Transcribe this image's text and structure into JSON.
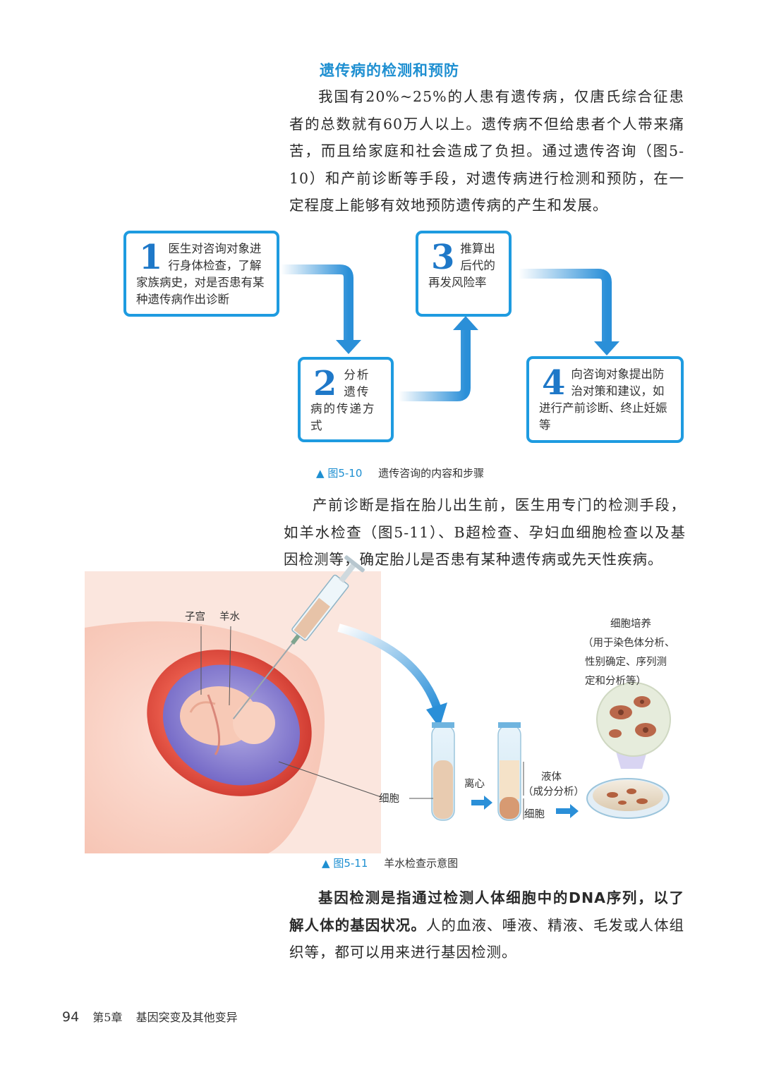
{
  "section": {
    "title": "遗传病的检测和预防"
  },
  "paragraphs": {
    "p1": "我国有20%~25%的人患有遗传病，仅唐氏综合征患者的总数就有60万人以上。遗传病不但给患者个人带来痛苦，而且给家庭和社会造成了负担。通过遗传咨询（图5-10）和产前诊断等手段，对遗传病进行检测和预防，在一定程度上能够有效地预防遗传病的产生和发展。",
    "p2": "产前诊断是指在胎儿出生前，医生用专门的检测手段，如羊水检查（图5-11）、B超检查、孕妇血细胞检查以及基因检测等，确定胎儿是否患有某种遗传病或先天性疾病。",
    "p3_bold": "基因检测是指通过检测人体细胞中的DNA序列，以了解人体的基因状况。",
    "p3_rest": "人的血液、唾液、精液、毛发或人体组织等，都可以用来进行基因检测。"
  },
  "figure_5_10": {
    "caption_label": "图5-10",
    "caption_text": "遗传咨询的内容和步骤",
    "steps": [
      {
        "number": "1",
        "text": "医生对咨询对象进行身体检查，了解家族病史，对是否患有某种遗传病作出诊断"
      },
      {
        "number": "2",
        "text": "分析遗传病的传递方式"
      },
      {
        "number": "3",
        "text": "推算出后代的再发风险率"
      },
      {
        "number": "4",
        "text": "向咨询对象提出防治对策和建议，如进行产前诊断、终止妊娠等"
      }
    ],
    "colors": {
      "box_border": "#1e9be0",
      "number": "#1e78c8",
      "arrow": "#2a8fd8"
    }
  },
  "figure_5_11": {
    "caption_label": "图5-11",
    "caption_text": "羊水检查示意图",
    "labels": {
      "uterus": "子宫",
      "amniotic_fluid": "羊水",
      "cells_left": "细胞",
      "centrifuge": "离心",
      "liquid": "液体",
      "liquid_note": "（成分分析）",
      "cells_right": "细胞",
      "culture_title": "细胞培养",
      "culture_note_1": "（用于染色体分析、",
      "culture_note_2": "性别确定、序列测",
      "culture_note_3": "定和分析等）"
    }
  },
  "footer": {
    "page_number": "94",
    "chapter": "第5章",
    "chapter_title": "基因突变及其他变异"
  }
}
